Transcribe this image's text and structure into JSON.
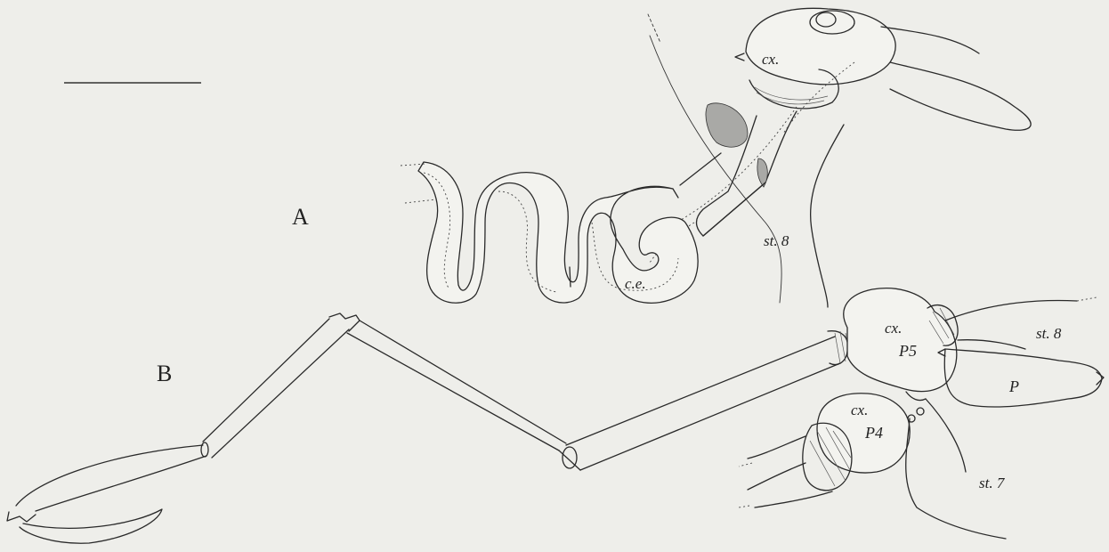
{
  "panels": {
    "a": "A",
    "b": "B"
  },
  "labels": {
    "a_coxa": "cx.",
    "a_sternite8": "st. 8",
    "a_ce": "c.e.",
    "b_coxa_p5": "cx.",
    "b_p5": "P5",
    "b_sternite8": "st. 8",
    "b_p": "P",
    "b_coxa_p4": "cx.",
    "b_p4": "P4",
    "b_sternite7": "st. 7"
  }
}
